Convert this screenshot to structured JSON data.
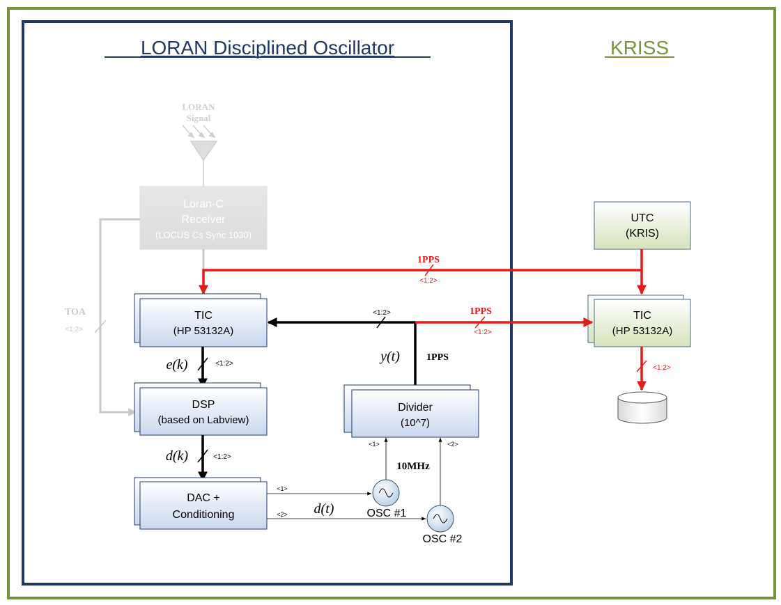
{
  "titles": {
    "main": "LORAN Disciplined Oscillator",
    "kriss": "KRISS"
  },
  "antenna": {
    "line1": "LORAN",
    "line2": "Signal"
  },
  "receiver": {
    "line1": "Loran-C",
    "line2": "Receiver",
    "line3": "(LOCUS Cs Sync 1030)"
  },
  "tic_left": {
    "line1": "TIC",
    "line2": "(HP 53132A)"
  },
  "dsp": {
    "line1": "DSP",
    "line2": "(based on Labview)"
  },
  "dac": {
    "line1": "DAC +",
    "line2": "Conditioning"
  },
  "divider": {
    "line1": "Divider",
    "line2": "(10^7)"
  },
  "utc": {
    "line1": "UTC",
    "line2": "(KRIS)"
  },
  "tic_right": {
    "line1": "TIC",
    "line2": "(HP 53132A)"
  },
  "oscillators": {
    "osc1": "OSC #1",
    "osc2": "OSC #2"
  },
  "signals": {
    "toa": "TOA",
    "toa_bus": "<1:2>",
    "pps_top": "1PPS",
    "pps_top_bus": "<1:2>",
    "pps_mid": "1PPS",
    "pps_mid_bus": "<1:2>",
    "pps_right_bus": "<1:2>",
    "black_bus": "<1:2>",
    "y_t": "y(t)",
    "pps_black": "1PPS",
    "e_k": "e(k)",
    "e_k_bus": "<1:2>",
    "d_k": "d(k)",
    "d_k_bus": "<1:2>",
    "d_t": "d(t)",
    "mhz": "10MHz",
    "ch1": "<1>",
    "ch2": "<2>",
    "div_in1": "<1>",
    "div_in2": "<2>"
  },
  "colors": {
    "red": "#e41b17",
    "frame_green": "#77933c",
    "frame_navy": "#1f3864",
    "faded": "#c8c8c8"
  }
}
